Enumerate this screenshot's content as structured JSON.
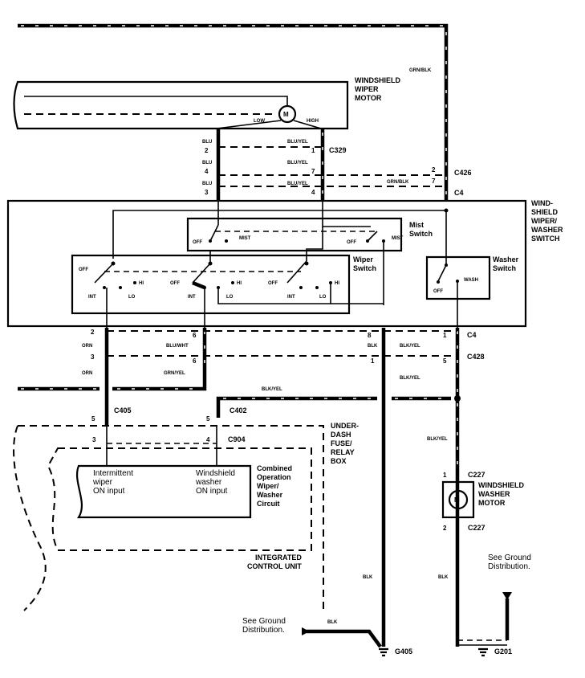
{
  "title": "Windshield Wiper/Washer Circuit",
  "components": {
    "wiper_motor": {
      "label": [
        "WINDSHIELD",
        "WIPER",
        "MOTOR"
      ],
      "motor_symbol": "M",
      "low": "LOW",
      "high": "HIGH"
    },
    "wiper_washer_switch": {
      "label": [
        "WIND-",
        "SHIELD",
        "WIPER/",
        "WASHER",
        "SWITCH"
      ]
    },
    "mist_switch": {
      "label": [
        "Mist",
        "Switch"
      ],
      "off": "OFF",
      "mist": "MIST"
    },
    "wiper_switch": {
      "label": [
        "Wiper",
        "Switch"
      ],
      "off": "OFF",
      "hi": "HI",
      "lo": "LO",
      "int": "INT"
    },
    "washer_switch": {
      "label": [
        "Washer",
        "Switch"
      ],
      "off": "OFF",
      "wash": "WASH"
    },
    "under_dash_box": {
      "label": [
        "UNDER-",
        "DASH",
        "FUSE/",
        "RELAY",
        "BOX"
      ]
    },
    "control_unit": {
      "label": [
        "INTEGRATED",
        "CONTROL UNIT"
      ]
    },
    "combined_circuit": {
      "label": [
        "Combined",
        "Operation",
        "Wiper/",
        "Washer",
        "Circuit"
      ]
    },
    "intermittent_input": {
      "label": [
        "Intermittent",
        "wiper",
        "ON input"
      ]
    },
    "washer_input": {
      "label": [
        "Windshield",
        "washer",
        "ON input"
      ]
    },
    "washer_motor": {
      "label": [
        "WINDSHIELD",
        "WASHER",
        "MOTOR"
      ],
      "motor_symbol": "M"
    },
    "ground_note_left": {
      "label": [
        "See Ground",
        "Distribution."
      ]
    },
    "ground_note_right": {
      "label": [
        "See Ground",
        "Distribution."
      ]
    }
  },
  "connectors": {
    "c329": "C329",
    "c426": "C426",
    "c4": "C4",
    "c428": "C428",
    "c405": "C405",
    "c402": "C402",
    "c904": "C904",
    "c227": "C227",
    "g405": "G405",
    "g201": "G201"
  },
  "wire_colors": {
    "grn_blk": "GRN/BLK",
    "blu": "BLU",
    "blu_yel": "BLU/YEL",
    "orn": "ORN",
    "blu_wht": "BLU/WHT",
    "blk": "BLK",
    "blk_yel": "BLK/YEL",
    "grn_yel": "GRN/YEL"
  },
  "pins": {
    "c329_left": "2",
    "c329_right": "1",
    "c426_left": "4",
    "c426_right": "7",
    "c426_far": "2",
    "c4_top_left": "3",
    "c4_top_right": "4",
    "c4_top_far": "7",
    "c4_bot_orn": "2",
    "c4_bot_bluwht": "6",
    "c4_bot_blk": "8",
    "c4_bot_blkyel": "1",
    "c428_orn": "3",
    "c428_grnyel": "6",
    "c428_blk": "1",
    "c428_blkyel": "5",
    "c405": "5",
    "c402": "5",
    "c904_left": "3",
    "c904_right": "4",
    "c227_top": "1",
    "c227_bot": "2"
  }
}
